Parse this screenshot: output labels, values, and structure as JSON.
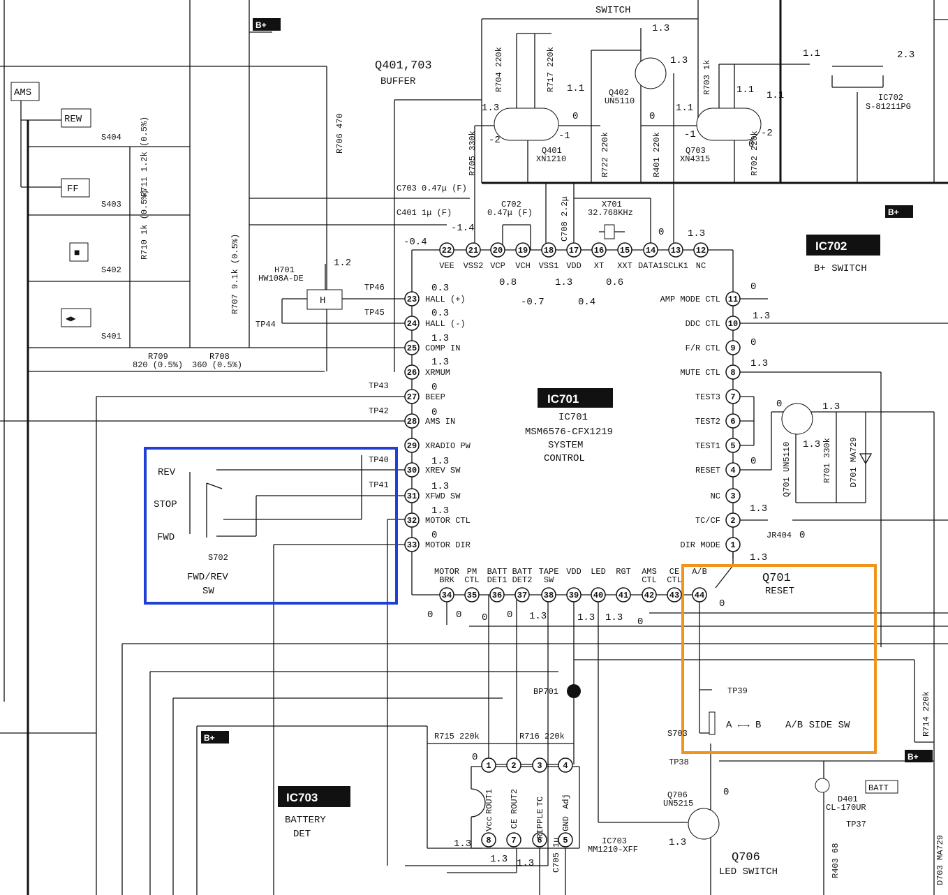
{
  "colors": {
    "ink": "#111111",
    "paper": "#ffffff",
    "highlight_blue": "#1f3fd6",
    "highlight_orange": "#f0941e"
  },
  "tags": {
    "ic701_badge": "IC701",
    "ic701_name": "IC701",
    "ic701_part": "MSM6576-CFX1219",
    "ic701_func1": "SYSTEM",
    "ic701_func2": "CONTROL",
    "ic702_badge": "IC702",
    "ic702_func": "B+ SWITCH",
    "ic702_name": "IC702",
    "ic702_part": "S-81211PG",
    "ic703_badge": "IC703",
    "ic703_func1": "BATTERY",
    "ic703_func2": "DET",
    "ic703_name": "IC703",
    "ic703_part": "MM1210-XFF",
    "bplus": "B+",
    "switch_top": "SWITCH",
    "buffer_name": "Q401,703",
    "buffer_func": "BUFFER",
    "q701_name": "Q701",
    "q701_func": "RESET",
    "q706_name": "Q706",
    "q706_func": "LED SWITCH",
    "ams": "AMS",
    "rew": "REW",
    "ff": "FF",
    "stop_sym": "■",
    "playdir_sym": "◀▶",
    "batt": "BATT",
    "s702_name": "S702",
    "s702_func1": "FWD/REV",
    "s702_func2": "SW",
    "s702_rev": "REV",
    "s702_stop": "STOP",
    "s702_fwd": "FWD",
    "s703": "S703",
    "ab": "A ←→ B",
    "ab_side": "A/B SIDE SW"
  },
  "ic701_pins": {
    "top": [
      [
        "22",
        "VEE"
      ],
      [
        "21",
        "VSS2"
      ],
      [
        "20",
        "VCP"
      ],
      [
        "19",
        "VCH"
      ],
      [
        "18",
        "VSS1"
      ],
      [
        "17",
        "VDD"
      ],
      [
        "16",
        "XT"
      ],
      [
        "15",
        "XXT"
      ],
      [
        "14",
        "DATA1"
      ],
      [
        "13",
        "SCLK1"
      ],
      [
        "12",
        "NC"
      ]
    ],
    "left": [
      [
        "23",
        "HALL (+)"
      ],
      [
        "24",
        "HALL (-)"
      ],
      [
        "25",
        "COMP IN"
      ],
      [
        "26",
        "XRMUM"
      ],
      [
        "27",
        "BEEP"
      ],
      [
        "28",
        "AMS IN"
      ],
      [
        "29",
        "XRADIO PW"
      ],
      [
        "30",
        "XREV SW"
      ],
      [
        "31",
        "XFWD SW"
      ],
      [
        "32",
        "MOTOR CTL"
      ],
      [
        "33",
        "MOTOR DIR"
      ]
    ],
    "right": [
      [
        "11",
        "AMP MODE CTL"
      ],
      [
        "10",
        "DDC CTL"
      ],
      [
        "9",
        "F/R CTL"
      ],
      [
        "8",
        "MUTE CTL"
      ],
      [
        "7",
        "TEST3"
      ],
      [
        "6",
        "TEST2"
      ],
      [
        "5",
        "TEST1"
      ],
      [
        "4",
        "RESET"
      ],
      [
        "3",
        "NC"
      ],
      [
        "2",
        "TC/CF"
      ],
      [
        "1",
        "DIR MODE"
      ]
    ],
    "bottom": [
      [
        "34",
        "MOTOR BRK"
      ],
      [
        "35",
        "PM CTL"
      ],
      [
        "36",
        "BATT DET1"
      ],
      [
        "37",
        "BATT DET2"
      ],
      [
        "38",
        "TAPE SW"
      ],
      [
        "39",
        "VDD"
      ],
      [
        "40",
        "LED"
      ],
      [
        "41",
        "RGT"
      ],
      [
        "42",
        "AMS CTL"
      ],
      [
        "43",
        "CE CTL"
      ],
      [
        "44",
        "A/B"
      ]
    ]
  },
  "ic703_pins": {
    "top": [
      [
        "1",
        "ROUT1"
      ],
      [
        "2",
        "ROUT2"
      ],
      [
        "3",
        "TC"
      ],
      [
        "4",
        "Adj"
      ]
    ],
    "bottom": [
      [
        "8",
        "Vcc"
      ],
      [
        "7",
        "CE"
      ],
      [
        "6",
        "RIPPLE"
      ],
      [
        "5",
        "GND"
      ]
    ]
  },
  "voltages": {
    "v22": "-0.4",
    "v21": "-1.4",
    "v20": "0.8",
    "v19": "-0.7",
    "v18": "1.3",
    "v16": "0.4",
    "v15": "0.6",
    "v14": "0",
    "v13": "1.3",
    "v23": "0.3",
    "v24": "0.3",
    "v25": "1.3",
    "v26": "1.3",
    "v27": "0",
    "v28": "0",
    "v30": "1.3",
    "v31": "1.3",
    "v32": "1.3",
    "v33": "0",
    "v11": "0",
    "v10": "1.3",
    "v9": "0",
    "v8": "1.3",
    "v4": "0",
    "v2": "1.3",
    "v1": "1.3",
    "v34": "0",
    "v35": "0",
    "v36": "0",
    "v37": "0",
    "v38": "1.3",
    "v39": "1.3",
    "v40": "1.3",
    "v42": "0",
    "v44": "0",
    "q402_top": "1.3",
    "q402_r": "1.3",
    "q402_b": "0",
    "q401_c": "1.3",
    "q401_e": "0",
    "q401_n2": "-2",
    "q401_n1": "-1",
    "q401_11": "1.1",
    "q703_a": "1.1",
    "q703_b": "1.1",
    "q703_c": "1.1",
    "q703_n1": "-1",
    "q703_n2": "-2",
    "q703_e": "0",
    "ic702_3": "1.1",
    "ic702_2": "2.3",
    "h701": "1.2",
    "q701_b": "0",
    "q701_c": "1.3",
    "q701_e": "1.3",
    "jr404": "0",
    "q706_b": "0",
    "q706_e": "1.3",
    "ic703_1": "0",
    "ic703_8": "1.3",
    "ic703_7": "1.3",
    "ic703_6": "1.3"
  },
  "components": {
    "r704": "R704 220k",
    "r717": "R717 220k",
    "r705": "R705 330k",
    "r722": "R722 220k",
    "r401": "R401 220k",
    "r703": "R703 1k",
    "r702": "R702 220k",
    "r706": "R706 470",
    "r711": "R711 1.2k (0.5%)",
    "r710": "R710 1k (0.5%)",
    "r707": "R707 9.1k (0.5%)",
    "r709": "R709",
    "r709_val": "820 (0.5%)",
    "r708": "R708",
    "r708_val": "360 (0.5%)",
    "r701": "R701 330k",
    "r714": "R714 220k",
    "r715": "R715 220k",
    "r716": "R716 220k",
    "r403": "R403 68",
    "c703": "C703 0.47μ (F)",
    "c401": "C401 1μ (F)",
    "c702": "C702",
    "c702_val": "0.47μ (F)",
    "c708": "C708 2.2μ",
    "x701": "X701",
    "x701_val": "32.768KHz",
    "c705": "C705 1μ",
    "q401": "Q401",
    "q401_p": "XN1210",
    "q402": "Q402",
    "q402_p": "UN5110",
    "q703": "Q703",
    "q703_p": "XN4315",
    "q701_p": "Q701 UN5110",
    "d701": "D701 MA729",
    "d703": "D703 MA729",
    "q706": "Q706",
    "q706_p": "UN5215",
    "d401": "D401",
    "d401_p": "CL-170UR",
    "h701": "H701",
    "h701_p": "HW108A-DE",
    "h_box": "H",
    "s404": "S404",
    "s403": "S403",
    "s402": "S402",
    "s401": "S401",
    "tp46": "TP46",
    "tp45": "TP45",
    "tp44": "TP44",
    "tp43": "TP43",
    "tp42": "TP42",
    "tp40": "TP40",
    "tp41": "TP41",
    "tp39": "TP39",
    "tp38": "TP38",
    "tp37": "TP37",
    "bp701": "BP701",
    "jr404": "JR404"
  }
}
